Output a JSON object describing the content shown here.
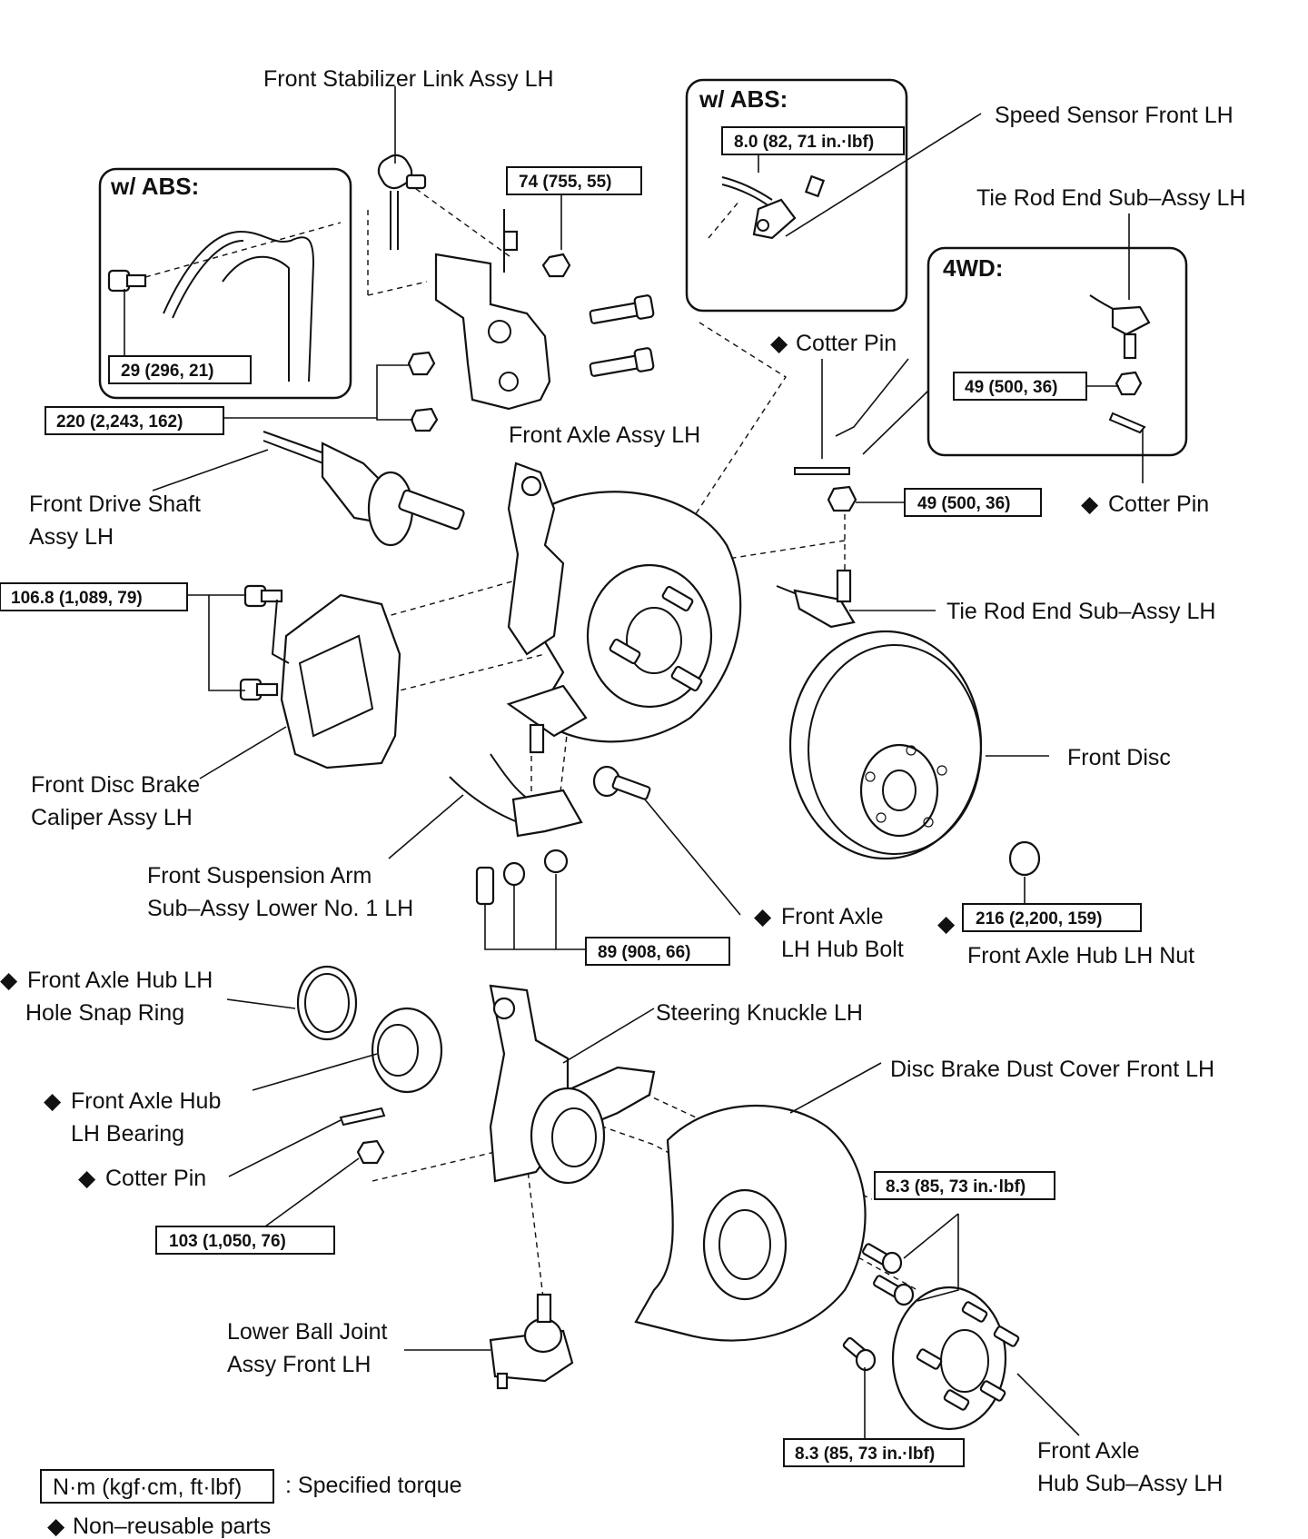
{
  "insets": {
    "abs_left": "w/ ABS:",
    "abs_right": "w/ ABS:",
    "fourwd": "4WD:"
  },
  "labels": {
    "stabilizer_link": "Front Stabilizer Link Assy LH",
    "speed_sensor": "Speed Sensor Front LH",
    "tie_rod_end_top": "Tie Rod End Sub–Assy LH",
    "cotter_pin_mid": "Cotter Pin",
    "cotter_pin_right": "Cotter Pin",
    "front_axle_assy": "Front Axle Assy LH",
    "drive_shaft_1": "Front Drive Shaft",
    "drive_shaft_2": "Assy LH",
    "tie_rod_end_mid": "Tie Rod End Sub–Assy LH",
    "front_disc": "Front Disc",
    "caliper_1": "Front Disc Brake",
    "caliper_2": "Caliper Assy LH",
    "susp_arm_1": "Front Suspension Arm",
    "susp_arm_2": "Sub–Assy Lower No. 1 LH",
    "hub_bolt_1": "Front Axle",
    "hub_bolt_2": "LH Hub Bolt",
    "hub_nut": "Front Axle Hub LH Nut",
    "snap_ring_1": "Front Axle Hub LH",
    "snap_ring_2": "Hole Snap Ring",
    "knuckle": "Steering Knuckle LH",
    "dust_cover": "Disc Brake Dust Cover Front LH",
    "bearing_1": "Front Axle Hub",
    "bearing_2": "LH Bearing",
    "cotter_pin_low": "Cotter Pin",
    "ball_joint_1": "Lower Ball Joint",
    "ball_joint_2": "Assy Front LH",
    "hub_1": "Front Axle",
    "hub_2": "Hub Sub–Assy LH"
  },
  "torques": {
    "t_stab_nut": "74 (755, 55)",
    "t_abs_sensor": "8.0 (82, 71 in.·lbf)",
    "t_abs_clamp": "29 (296, 21)",
    "t_knuckle_nuts": "220 (2,243, 162)",
    "t_4wd_nut": "49 (500, 36)",
    "t_tie_rod_nut": "49 (500, 36)",
    "t_caliper": "106.8 (1,089, 79)",
    "t_arm_bolts": "89 (908, 66)",
    "t_hub_nut": "216 (2,200, 159)",
    "t_ball_joint_nut": "103 (1,050, 76)",
    "t_dust_cover": "8.3 (85, 73 in.·lbf)",
    "t_hub_bolts": "8.3 (85, 73 in.·lbf)"
  },
  "legend": {
    "unit_box": "N·m (kgf·cm, ft·lbf)",
    "unit_desc": ": Specified torque",
    "nonreusable": "Non–reusable parts"
  }
}
